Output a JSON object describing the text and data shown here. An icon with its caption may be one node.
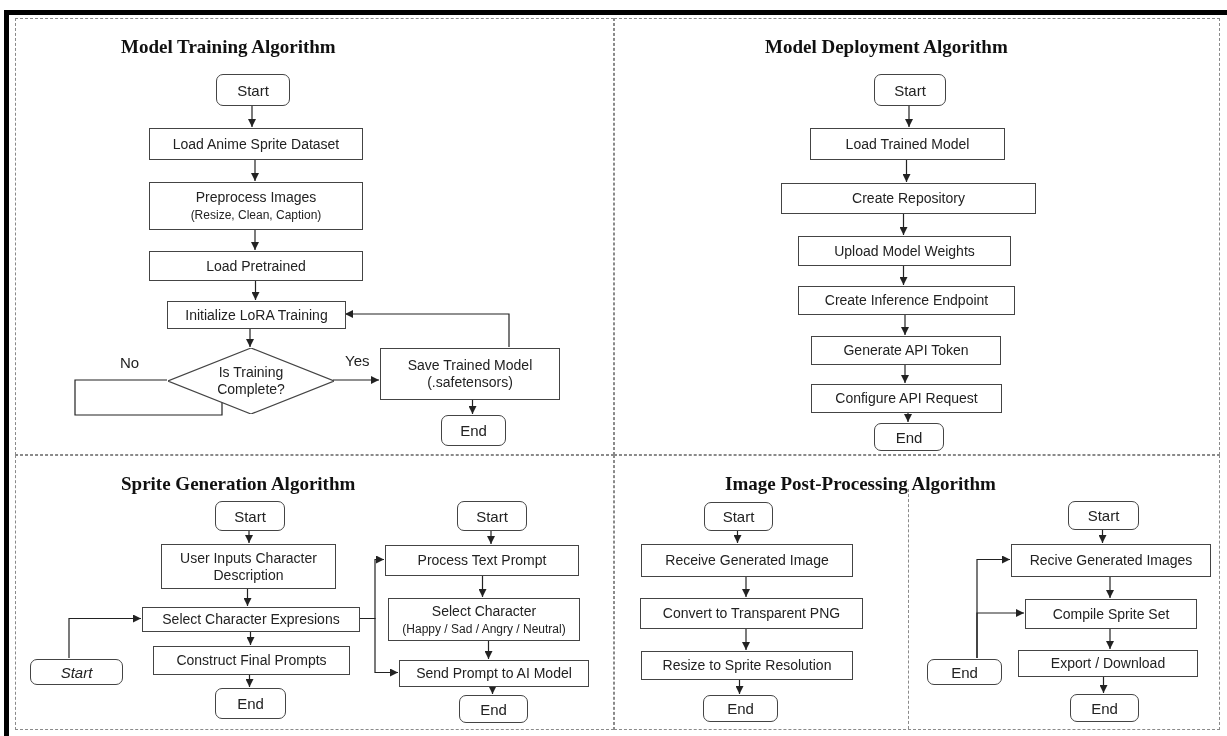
{
  "diagram": {
    "nodes": [
      {
        "text": [
          "Model Training Algorithm"
        ]
      },
      {
        "text": [
          "Start"
        ],
        "in": 0
      },
      {
        "text": [
          "Load Anime Sprite Dataset"
        ],
        "in": 0
      },
      {
        "text": [
          "Preprocess Images",
          "(Resize, Clean, Caption)"
        ],
        "in": 0
      },
      {
        "text": [
          "Load Pretrained"
        ],
        "in": 0
      },
      {
        "text": [
          "Initialize LoRA Training"
        ],
        "in": 0
      },
      {
        "text": [
          "Is Training Complete?"
        ],
        "in": 0
      },
      {
        "text": [
          "Save Trained Model (.safetensors)"
        ],
        "in": 0
      },
      {
        "text": [
          "End"
        ],
        "in": 0
      },
      {
        "text": [
          "Model Deployment Algorithm"
        ]
      },
      {
        "text": [
          "Start"
        ],
        "in": 9
      },
      {
        "text": [
          "Load Trained Model"
        ],
        "in": 9
      },
      {
        "text": [
          "Create Repository"
        ],
        "in": 9
      },
      {
        "text": [
          "Upload Model Weights"
        ],
        "in": 9
      },
      {
        "text": [
          "Create Inference Endpoint"
        ],
        "in": 9
      },
      {
        "text": [
          "Generate API Token"
        ],
        "in": 9
      },
      {
        "text": [
          "Configure API Request"
        ],
        "in": 9
      },
      {
        "text": [
          "End"
        ],
        "in": 9
      },
      {
        "text": [
          "Sprite Generation Algorithm"
        ]
      },
      {
        "text": [
          "Start"
        ],
        "in": 18
      },
      {
        "text": [
          "User Inputs Character Description"
        ],
        "in": 18
      },
      {
        "text": [
          "Select Character Expresions"
        ],
        "in": 18
      },
      {
        "text": [
          "Construct Final Prompts"
        ],
        "in": 18
      },
      {
        "text": [
          "End"
        ],
        "in": 18
      },
      {
        "text": [
          "Start"
        ],
        "in": 18
      },
      {
        "text": [
          "Start"
        ],
        "in": 18
      },
      {
        "text": [
          "Process Text Prompt"
        ],
        "in": 18
      },
      {
        "text": [
          "Select Character",
          "(Happy / Sad / Angry / Neutral)"
        ],
        "in": 18
      },
      {
        "text": [
          "Send Prompt to AI Model"
        ],
        "in": 18
      },
      {
        "text": [
          "End"
        ],
        "in": 18
      },
      {
        "text": [
          "Image Post-Processing Algorithm"
        ]
      },
      {
        "text": [
          "Start"
        ],
        "in": 30
      },
      {
        "text": [
          "Receive Generated Image"
        ],
        "in": 30
      },
      {
        "text": [
          "Convert to Transparent PNG"
        ],
        "in": 30
      },
      {
        "text": [
          "Resize to Sprite Resolution"
        ],
        "in": 30
      },
      {
        "text": [
          "End"
        ],
        "in": 30
      },
      {
        "text": [
          "Start"
        ],
        "in": 30
      },
      {
        "text": [
          "Recive Generated Images"
        ],
        "in": 30
      },
      {
        "text": [
          "Compile Sprite Set"
        ],
        "in": 30
      },
      {
        "text": [
          "Export / Download"
        ],
        "in": 30
      },
      {
        "text": [
          "End"
        ],
        "in": 30
      },
      {
        "text": [
          "End"
        ],
        "in": 30
      }
    ],
    "edges": [
      {
        "from": 1,
        "to": 2,
        "arrow": "to"
      },
      {
        "from": 2,
        "to": 3,
        "arrow": "to"
      },
      {
        "from": 3,
        "to": 4,
        "arrow": "to"
      },
      {
        "from": 4,
        "to": 5,
        "arrow": "to"
      },
      {
        "from": 5,
        "to": 6,
        "arrow": "to"
      },
      {
        "from": 6,
        "to": 7,
        "arrow": "to",
        "label": "Yes"
      },
      {
        "from": 6,
        "to": 6,
        "arrow": "none",
        "label": "No"
      },
      {
        "from": 7,
        "to": 5,
        "arrow": "to"
      },
      {
        "from": 7,
        "to": 8,
        "arrow": "to"
      },
      {
        "from": 10,
        "to": 11,
        "arrow": "to"
      },
      {
        "from": 11,
        "to": 12,
        "arrow": "to"
      },
      {
        "from": 12,
        "to": 13,
        "arrow": "to"
      },
      {
        "from": 13,
        "to": 14,
        "arrow": "to"
      },
      {
        "from": 14,
        "to": 15,
        "arrow": "to"
      },
      {
        "from": 15,
        "to": 16,
        "arrow": "to"
      },
      {
        "from": 16,
        "to": 17,
        "arrow": "to"
      },
      {
        "from": 19,
        "to": 20,
        "arrow": "to"
      },
      {
        "from": 20,
        "to": 21,
        "arrow": "to"
      },
      {
        "from": 21,
        "to": 22,
        "arrow": "to"
      },
      {
        "from": 22,
        "to": 23,
        "arrow": "to"
      },
      {
        "from": 24,
        "to": 21,
        "arrow": "to"
      },
      {
        "from": 25,
        "to": 26,
        "arrow": "to"
      },
      {
        "from": 26,
        "to": 27,
        "arrow": "to"
      },
      {
        "from": 27,
        "to": 28,
        "arrow": "to"
      },
      {
        "from": 28,
        "to": 29,
        "arrow": "to"
      },
      {
        "from": 21,
        "to": 26,
        "arrow": "to"
      },
      {
        "from": 21,
        "to": 28,
        "arrow": "to"
      },
      {
        "from": 31,
        "to": 32,
        "arrow": "to"
      },
      {
        "from": 32,
        "to": 33,
        "arrow": "to"
      },
      {
        "from": 33,
        "to": 34,
        "arrow": "to"
      },
      {
        "from": 34,
        "to": 35,
        "arrow": "to"
      },
      {
        "from": 36,
        "to": 37,
        "arrow": "to"
      },
      {
        "from": 37,
        "to": 38,
        "arrow": "to"
      },
      {
        "from": 38,
        "to": 39,
        "arrow": "to"
      },
      {
        "from": 39,
        "to": 40,
        "arrow": "to"
      },
      {
        "from": 41,
        "to": 37,
        "arrow": "to"
      },
      {
        "from": 41,
        "to": 38,
        "arrow": "to"
      }
    ]
  }
}
